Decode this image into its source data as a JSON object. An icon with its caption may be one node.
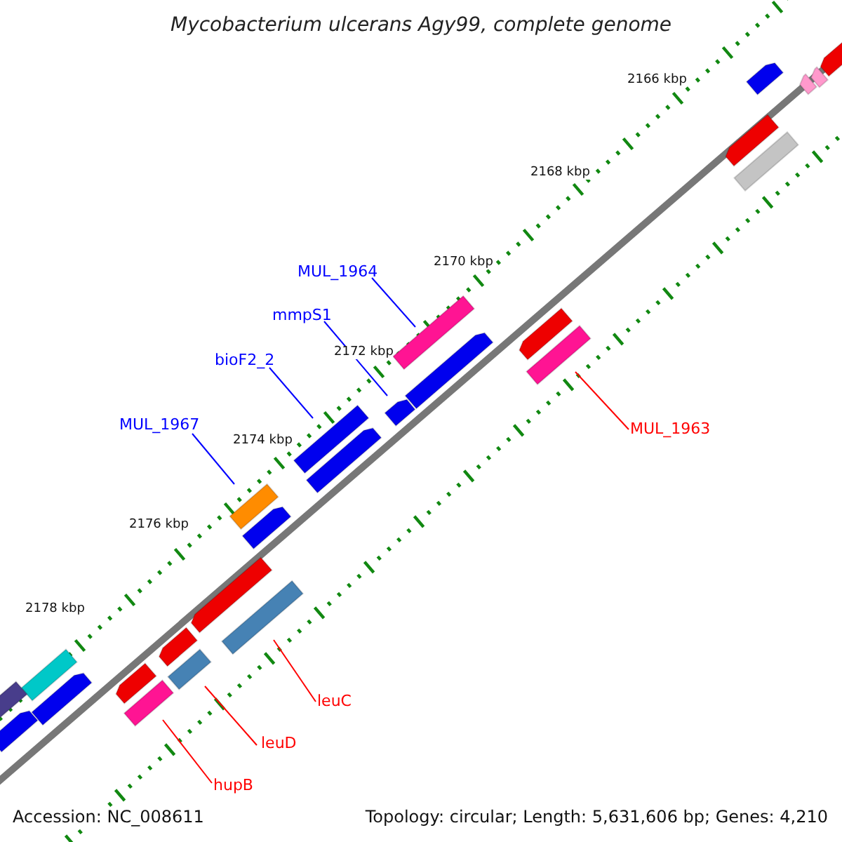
{
  "diagram": {
    "title": "Mycobacterium ulcerans Agy99, complete genome",
    "nodes": [
      {
        "text": [
          "MUL_1964"
        ]
      },
      {
        "text": [],
        "shape": "bar"
      },
      {
        "text": [
          "mmpS1"
        ]
      },
      {
        "text": [],
        "shape": "bar"
      },
      {
        "text": [
          "bioF2_2"
        ]
      },
      {
        "text": [],
        "shape": "bar"
      },
      {
        "text": [
          "MUL_1967"
        ]
      },
      {
        "text": [],
        "shape": "bar"
      },
      {
        "text": [
          "MUL_1963"
        ]
      },
      {
        "text": [],
        "shape": "bar"
      },
      {
        "text": [
          "leuC"
        ]
      },
      {
        "text": [],
        "shape": "bar"
      },
      {
        "text": [
          "leuD"
        ]
      },
      {
        "text": [],
        "shape": "bar"
      },
      {
        "text": [
          "hupB"
        ]
      },
      {
        "text": [],
        "shape": "bar"
      }
    ],
    "edges": [
      {
        "from": 0,
        "to": 1,
        "arrow": "none"
      },
      {
        "from": 2,
        "to": 3,
        "arrow": "none"
      },
      {
        "from": 4,
        "to": 5,
        "arrow": "none"
      },
      {
        "from": 6,
        "to": 7,
        "arrow": "none"
      },
      {
        "from": 8,
        "to": 9,
        "arrow": "none",
        "color": "#ff0000"
      },
      {
        "from": 10,
        "to": 11,
        "arrow": "none",
        "color": "#ff0000"
      },
      {
        "from": 12,
        "to": 13,
        "arrow": "none",
        "color": "#ff0000"
      },
      {
        "from": 14,
        "to": 15,
        "arrow": "none",
        "color": "#ff0000"
      }
    ],
    "labels": [
      "2166 kbp",
      "2168 kbp",
      "2170 kbp",
      "2172 kbp",
      "2174 kbp",
      "2176 kbp",
      "2178 kbp",
      "Accession: NC_008611",
      "Topology: circular; Length: 5,631,606 bp; Genes: 4,210"
    ]
  }
}
